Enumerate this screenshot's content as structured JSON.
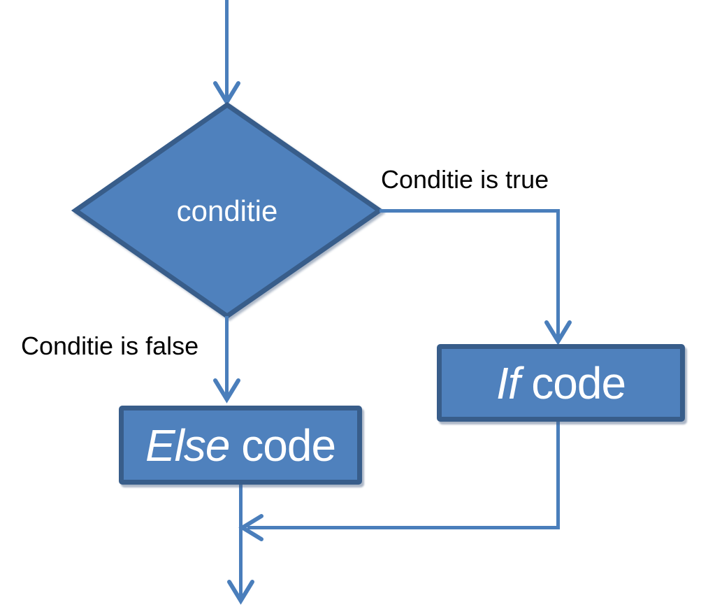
{
  "flowchart": {
    "decision": {
      "label": "conditie"
    },
    "true_branch": {
      "edge_label": "Conditie is true",
      "box": {
        "italic": "If",
        "rest": " code"
      }
    },
    "false_branch": {
      "edge_label": "Conditie is false",
      "box": {
        "italic": "Else",
        "rest": " code"
      }
    },
    "colors": {
      "node_fill": "#4F81BD",
      "node_border": "#385D8A",
      "connector": "#4A7EBB",
      "edge_label_text": "#000000",
      "node_text": "#FFFFFF"
    }
  }
}
